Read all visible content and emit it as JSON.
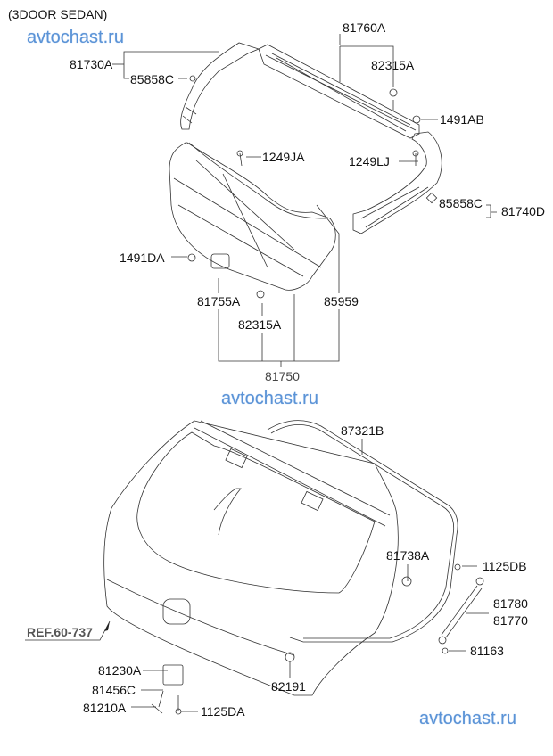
{
  "diagram": {
    "title": "(3DOOR SEDAN)",
    "watermarks": [
      "avtochast.ru",
      "avtochast.ru",
      "avtochast.ru"
    ],
    "reference": "REF.60-737",
    "labels": {
      "p81760A": "81760A",
      "p81730A": "81730A",
      "p85858C_left": "85858C",
      "p82315A_top": "82315A",
      "p1491AB": "1491AB",
      "p1249JA": "1249JA",
      "p1249LJ": "1249LJ",
      "p85858C_right": "85858C",
      "p81740D": "81740D",
      "p1491DA": "1491DA",
      "p81755A": "81755A",
      "p85959": "85959",
      "p82315A_bottom": "82315A",
      "p81750": "81750",
      "p87321B": "87321B",
      "p81738A": "81738A",
      "p1125DB": "1125DB",
      "p81780": "81780",
      "p81770": "81770",
      "p81163": "81163",
      "p81230A": "81230A",
      "p81456C": "81456C",
      "p81210A": "81210A",
      "p1125DA": "1125DA",
      "p82191": "82191"
    }
  }
}
